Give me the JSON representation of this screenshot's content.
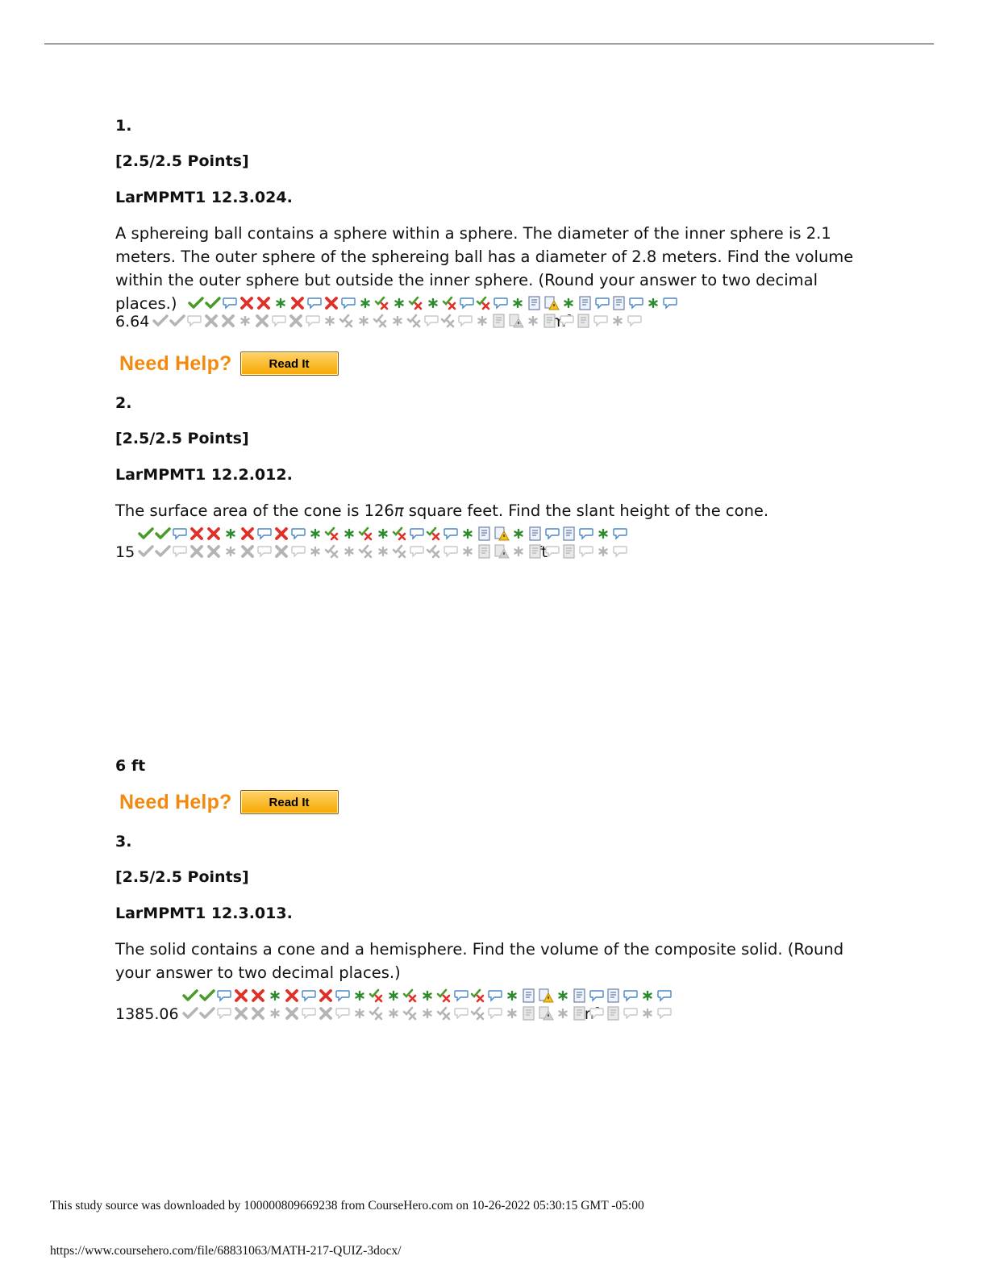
{
  "questions": [
    {
      "number": "1.",
      "points": "[2.5/2.5 Points]",
      "code": "LarMPMT1 12.3.024.",
      "problem": "A sphereing ball contains a sphere within a sphere. The diameter of the inner sphere is 2.1 meters. The outer sphere of the sphereing ball has a diameter of 2.8 meters. Find the volume within the outer sphere but outside the inner sphere. (Round your answer to two decimal places.)",
      "answer": "6.64",
      "unit": "m",
      "unit_exp": "3",
      "help_text": "Need Help?",
      "read_it": "Read It"
    },
    {
      "number": "2.",
      "points": "[2.5/2.5 Points]",
      "code": "LarMPMT1 12.2.012.",
      "problem_before": "The surface area of the cone is 126",
      "problem_pi": "π",
      "problem_after": " square feet. Find the slant height of the cone.",
      "answer": "15",
      "unit": "ft",
      "figure_label": "6 ft",
      "help_text": "Need Help?",
      "read_it": "Read It"
    },
    {
      "number": "3.",
      "points": "[2.5/2.5 Points]",
      "code": "LarMPMT1 12.3.013.",
      "problem": "The solid contains a cone and a hemisphere. Find the volume of the composite solid. (Round your answer to two decimal places.)",
      "answer": "1385.06",
      "unit": "in",
      "unit_exp": "3"
    }
  ],
  "footer": {
    "source_line": "This study source was downloaded by 100000809669238 from CourseHero.com on 10-26-2022 05:30:15 GMT -05:00",
    "url": "https://www.coursehero.com/file/68831063/MATH-217-QUIZ-3docx/"
  },
  "icon_sequence": [
    "check-icon",
    "check-icon",
    "comment-icon",
    "cross-icon",
    "cross-icon",
    "star-icon",
    "cross-icon",
    "comment-icon",
    "cross-icon",
    "comment-icon",
    "star-icon",
    "check-cross-icon",
    "star-icon",
    "check-cross-icon",
    "star-icon",
    "check-cross-icon",
    "comment-icon",
    "check-cross-icon",
    "comment-icon",
    "star-icon",
    "calculator-icon",
    "warning-icon",
    "star-icon",
    "calculator-icon",
    "comment-icon",
    "calculator-icon",
    "comment-icon",
    "star-icon",
    "comment-icon"
  ],
  "colors": {
    "check": "#4a9a2a",
    "cross": "#e0302a",
    "star": "#2d8a2d",
    "comment": "#4a86c8",
    "help_orange": "#f28a0f",
    "button_top": "#ffd26a",
    "button_bottom": "#f6a800"
  }
}
